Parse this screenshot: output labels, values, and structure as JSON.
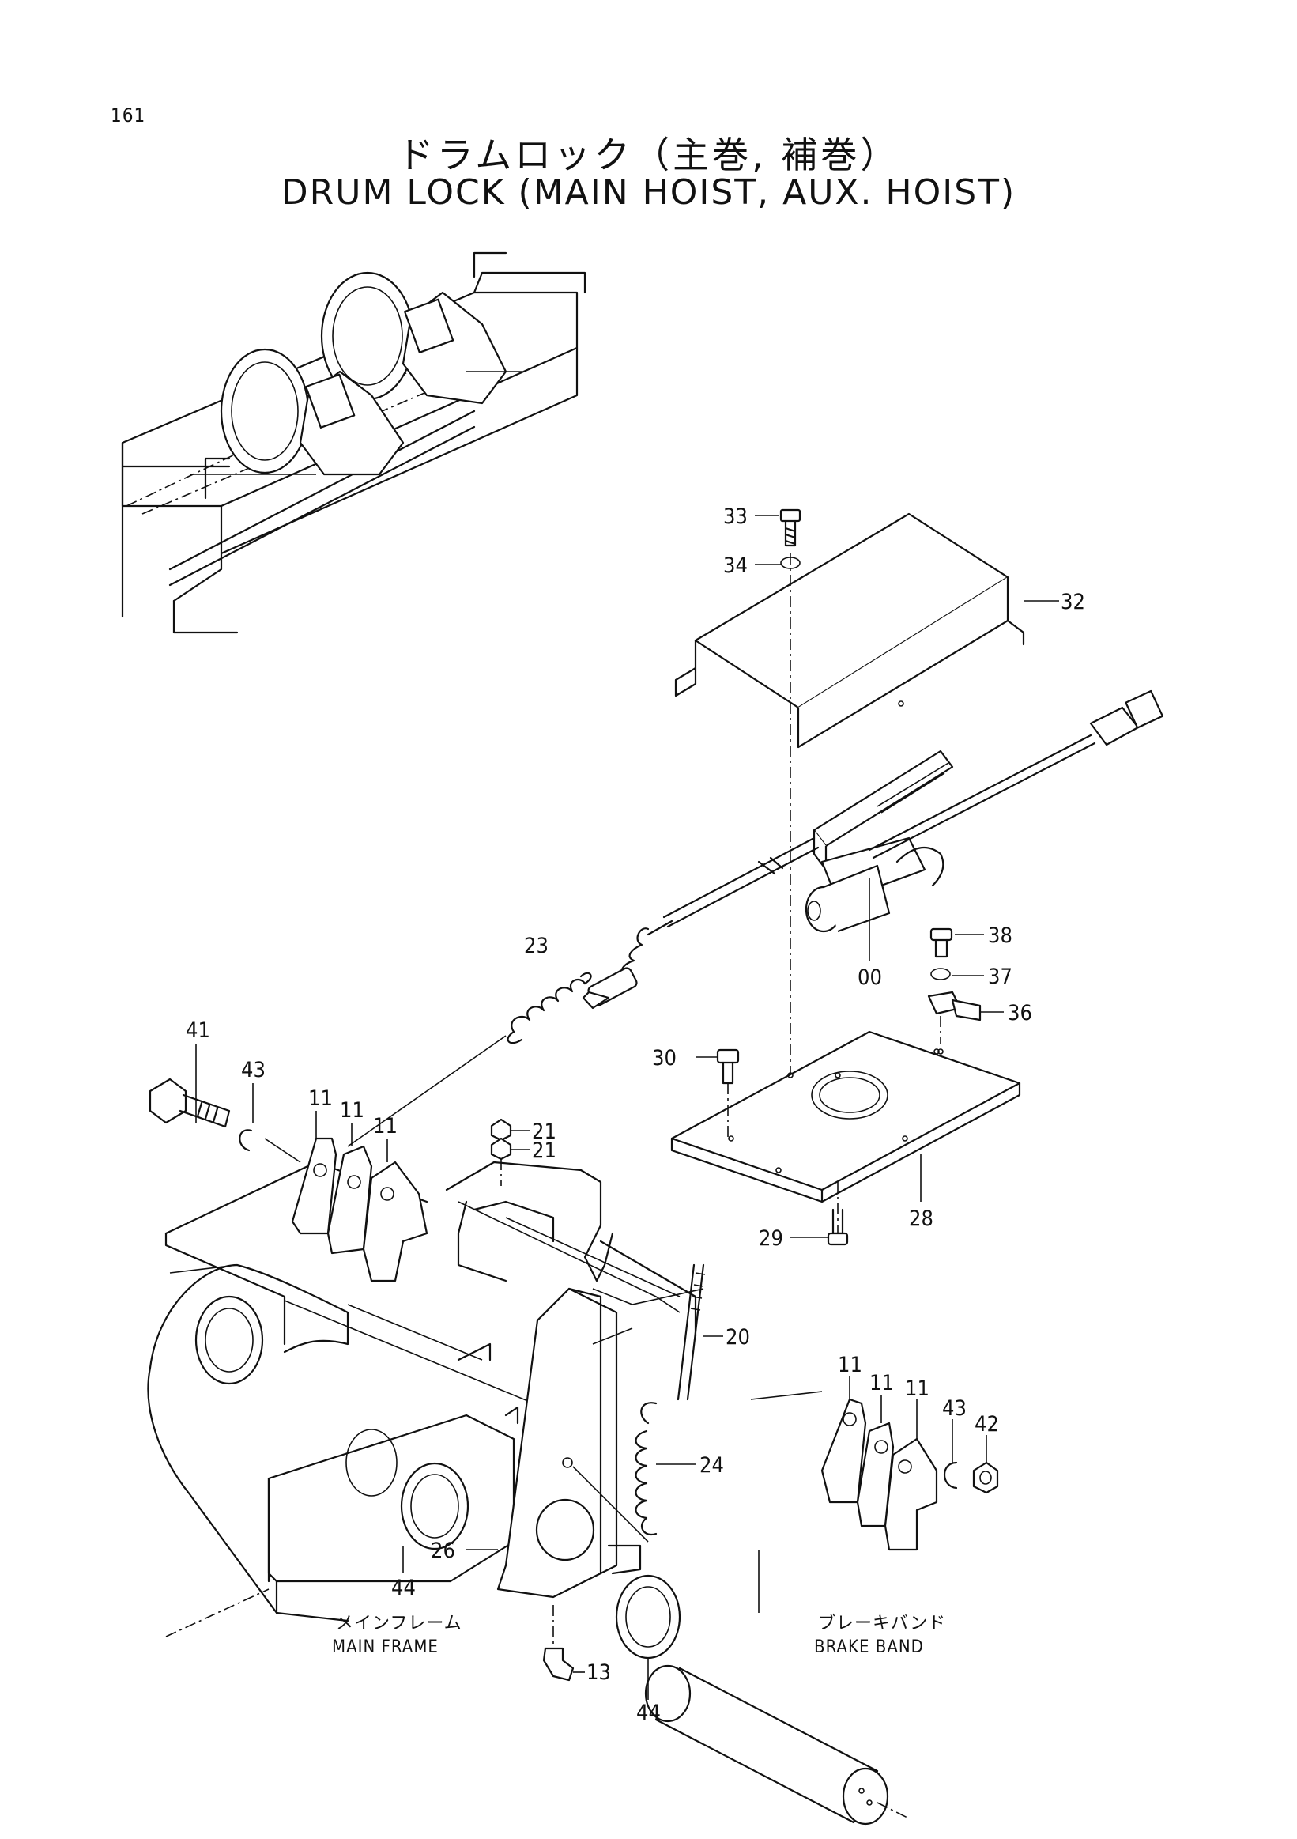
{
  "header": {
    "page_number": "161",
    "title_jp": "ドラムロック（主巻, 補巻）",
    "title_en": "DRUM LOCK (MAIN HOIST, AUX. HOIST)"
  },
  "part_labels": {
    "p33": "33",
    "p34": "34",
    "p32": "32",
    "p23": "23",
    "p38": "38",
    "p37": "37",
    "p36": "36",
    "p00": "00",
    "p41": "41",
    "p43a": "43",
    "p30": "30",
    "p11a": "11",
    "p11b": "11",
    "p11c": "11",
    "p21a": "21",
    "p21b": "21",
    "p28": "28",
    "p29": "29",
    "p20": "20",
    "p11d": "11",
    "p11e": "11",
    "p11f": "11",
    "p43b": "43",
    "p42": "42",
    "p24": "24",
    "p26": "26",
    "p44a": "44",
    "p13": "13",
    "p44b": "44"
  },
  "captions": {
    "main_frame_jp": "メインフレーム",
    "main_frame_en": "MAIN FRAME",
    "brake_band_jp": "ブレーキバンド",
    "brake_band_en": "BRAKE BAND"
  }
}
